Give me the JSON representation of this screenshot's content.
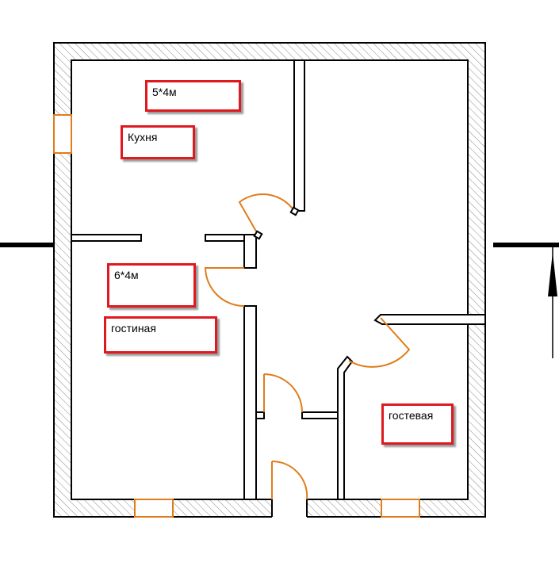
{
  "labels": {
    "kitchen_size": "5*4м",
    "kitchen_name": "Кухня",
    "living_size": "6*4м",
    "living_name": "гостиная",
    "guest_name": "гостевая"
  },
  "colors": {
    "wall": "#000000",
    "hatch": "#8a8a8a",
    "door": "#e07c1c",
    "label_border": "#e0191f",
    "label_shadow": "#9a9a9a"
  }
}
